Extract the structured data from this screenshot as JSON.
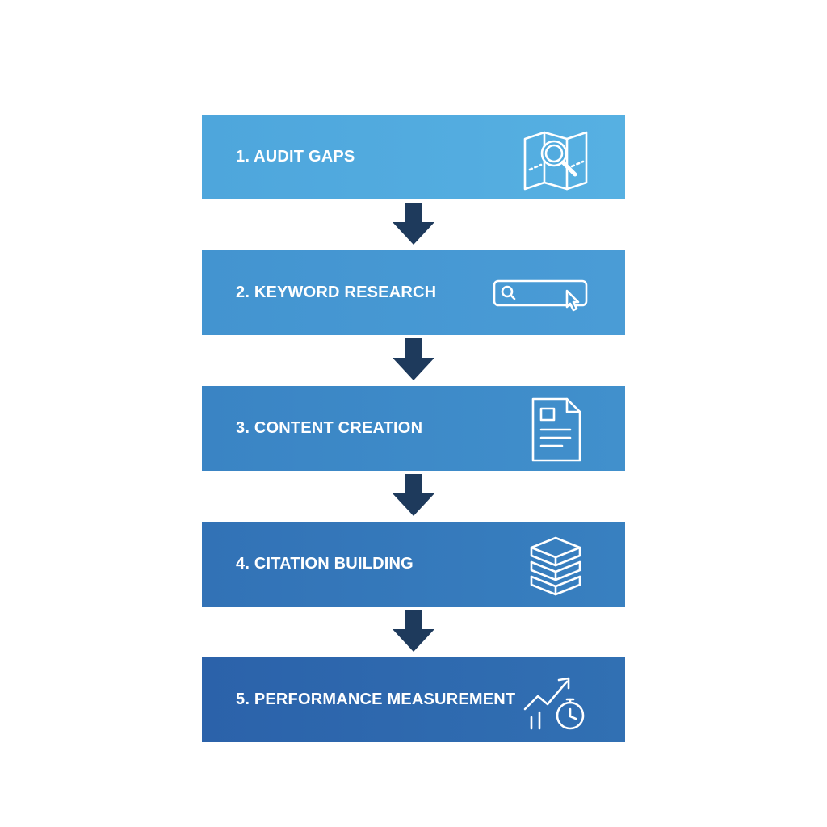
{
  "steps": [
    {
      "label": "1. AUDIT GAPS",
      "icon": "map-search-icon"
    },
    {
      "label": "2. KEYWORD RESEARCH",
      "icon": "search-bar-cursor-icon"
    },
    {
      "label": "3. CONTENT CREATION",
      "icon": "document-icon"
    },
    {
      "label": "4. CITATION BUILDING",
      "icon": "stack-icon"
    },
    {
      "label": "5. PERFORMANCE MEASUREMENT",
      "icon": "growth-chart-timer-icon"
    }
  ],
  "colors": {
    "arrow": "#1e3a5c",
    "text": "#ffffff",
    "step1": "#52abdf",
    "step2": "#4698d3",
    "step3": "#3d8ac8",
    "step4": "#3579bb",
    "step5": "#2e69ae"
  }
}
